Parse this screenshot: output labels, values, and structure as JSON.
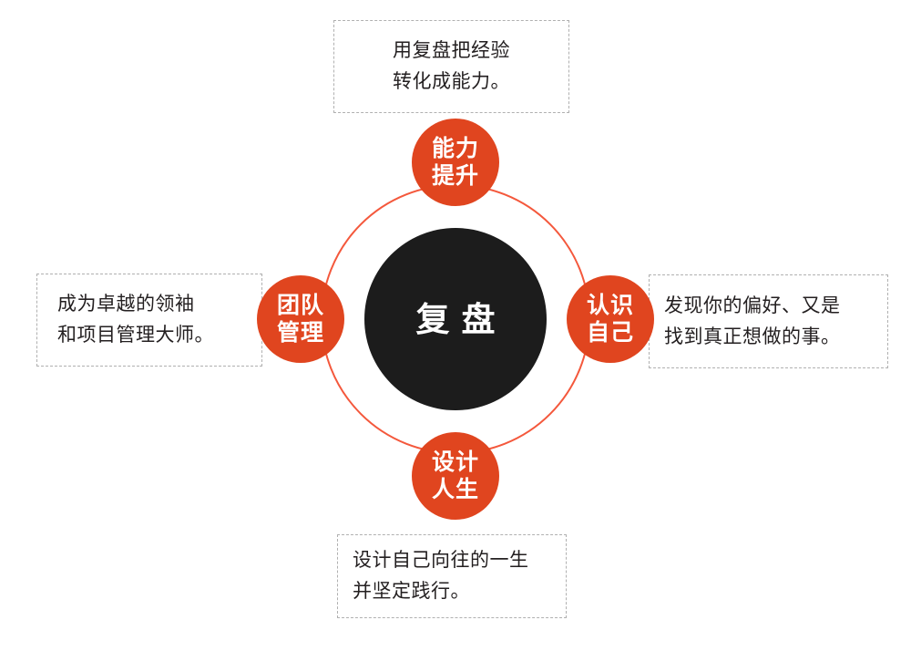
{
  "diagram": {
    "title": "复盘",
    "center": {
      "label": "复盘",
      "color": "#1c1c1c",
      "text_color": "#ffffff"
    },
    "ring": {
      "color": "#F4583C"
    },
    "node_color": "#E0451F",
    "nodes": [
      {
        "id": "capability",
        "position": "top",
        "line1": "能力",
        "line2": "提升",
        "caption_line1": "用复盘把经验",
        "caption_line2": "转化成能力。"
      },
      {
        "id": "self-awareness",
        "position": "right",
        "line1": "认识",
        "line2": "自己",
        "caption_line1": "发现你的偏好、又是",
        "caption_line2": "找到真正想做的事。"
      },
      {
        "id": "life-design",
        "position": "bottom",
        "line1": "设计",
        "line2": "人生",
        "caption_line1": "设计自己向往的一生",
        "caption_line2": "并坚定践行。"
      },
      {
        "id": "team-management",
        "position": "left",
        "line1": "团队",
        "line2": "管理",
        "caption_line1": "成为卓越的领袖",
        "caption_line2": "和项目管理大师。"
      }
    ]
  }
}
